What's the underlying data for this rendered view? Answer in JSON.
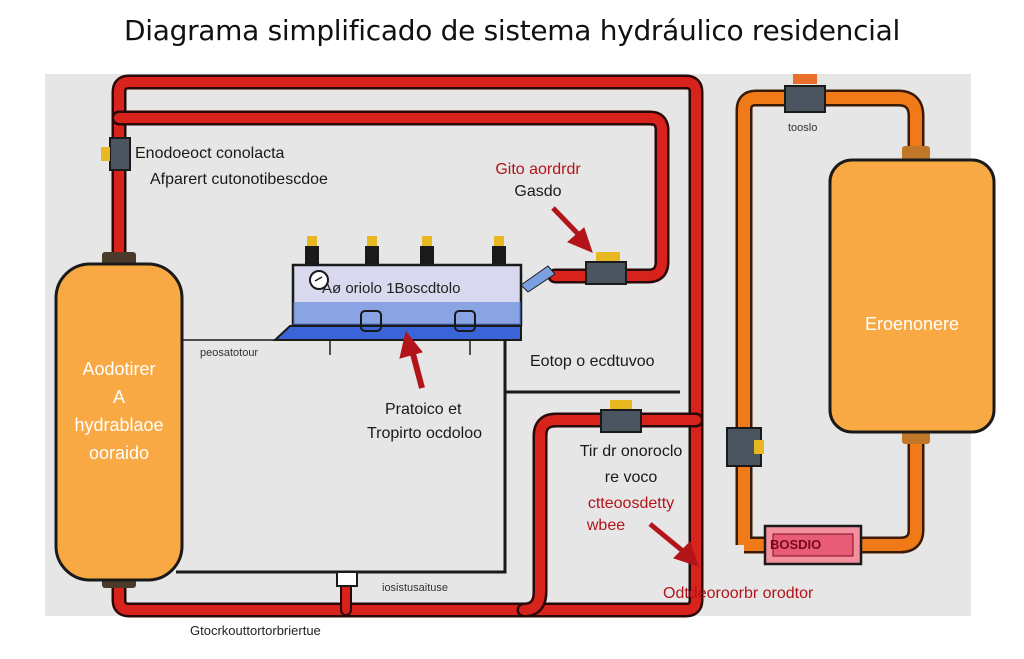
{
  "title": "Diagrama simplificado de sistema hydráulico residencial",
  "colors": {
    "red_pipe": "#d8221c",
    "orange_pipe": "#f07a18",
    "tank_fill": "#f8a944",
    "blue_manifold": "#4270d8",
    "dark_pipe": "#1a1a1a",
    "annotation_red": "#b3141a"
  },
  "labels": {
    "top_left_1": "Enodoeoct conolacta",
    "top_left_2": "Afparert cutonotibescdoe",
    "arrow_label_1": "Gito aordrdr",
    "arrow_label_2": "Gasdo",
    "top_right_valve": "tooslo",
    "manifold_text": "Aø oriolo 1Boscdtolo",
    "left_tank_small": "peosatotour",
    "right_middle": "Eotop o ecdtuvoo",
    "center_1": "Pratoico et",
    "center_2": "Tropirto ocdoloo",
    "right_2_1": "Tir dr onoroclo",
    "right_2_2": "re voco",
    "red_label_1": "ctteoosdetty",
    "red_label_2": "wbee",
    "bottom_right": "Odtdeoroorbr orodtor",
    "bottom_pipe": "iosistusaituse",
    "footer": "Gtocrkouttortorbriertue"
  },
  "tanks": {
    "left": [
      "Aodotirer",
      "A",
      "hydrablaoe",
      "ooraido"
    ],
    "right": "Eroenonere"
  },
  "pump_label": "BOSDIO",
  "icons": [
    "valve-icon",
    "pressure-gauge-icon",
    "pump-icon",
    "arrow-icon"
  ]
}
